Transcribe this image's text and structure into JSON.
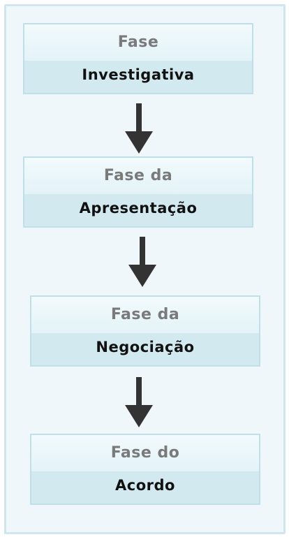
{
  "phases": [
    {
      "line1": "Fase",
      "line2": "Investigativa"
    },
    {
      "line1": "Fase da",
      "line2": "Apresentação"
    },
    {
      "line1": "Fase da",
      "line2": "Negociação"
    },
    {
      "line1": "Fase do",
      "line2": "Acordo"
    }
  ],
  "colors": {
    "frame_bg": "#f0f7fa",
    "frame_border": "#cfe6ef",
    "box_bg": "#d3e9f0",
    "box_top_bg": "#eaf6f9",
    "title_gray": "#7a7a7a",
    "label_dark": "#111111",
    "arrow": "#333333"
  },
  "icons": [
    "arrow-down-icon"
  ]
}
